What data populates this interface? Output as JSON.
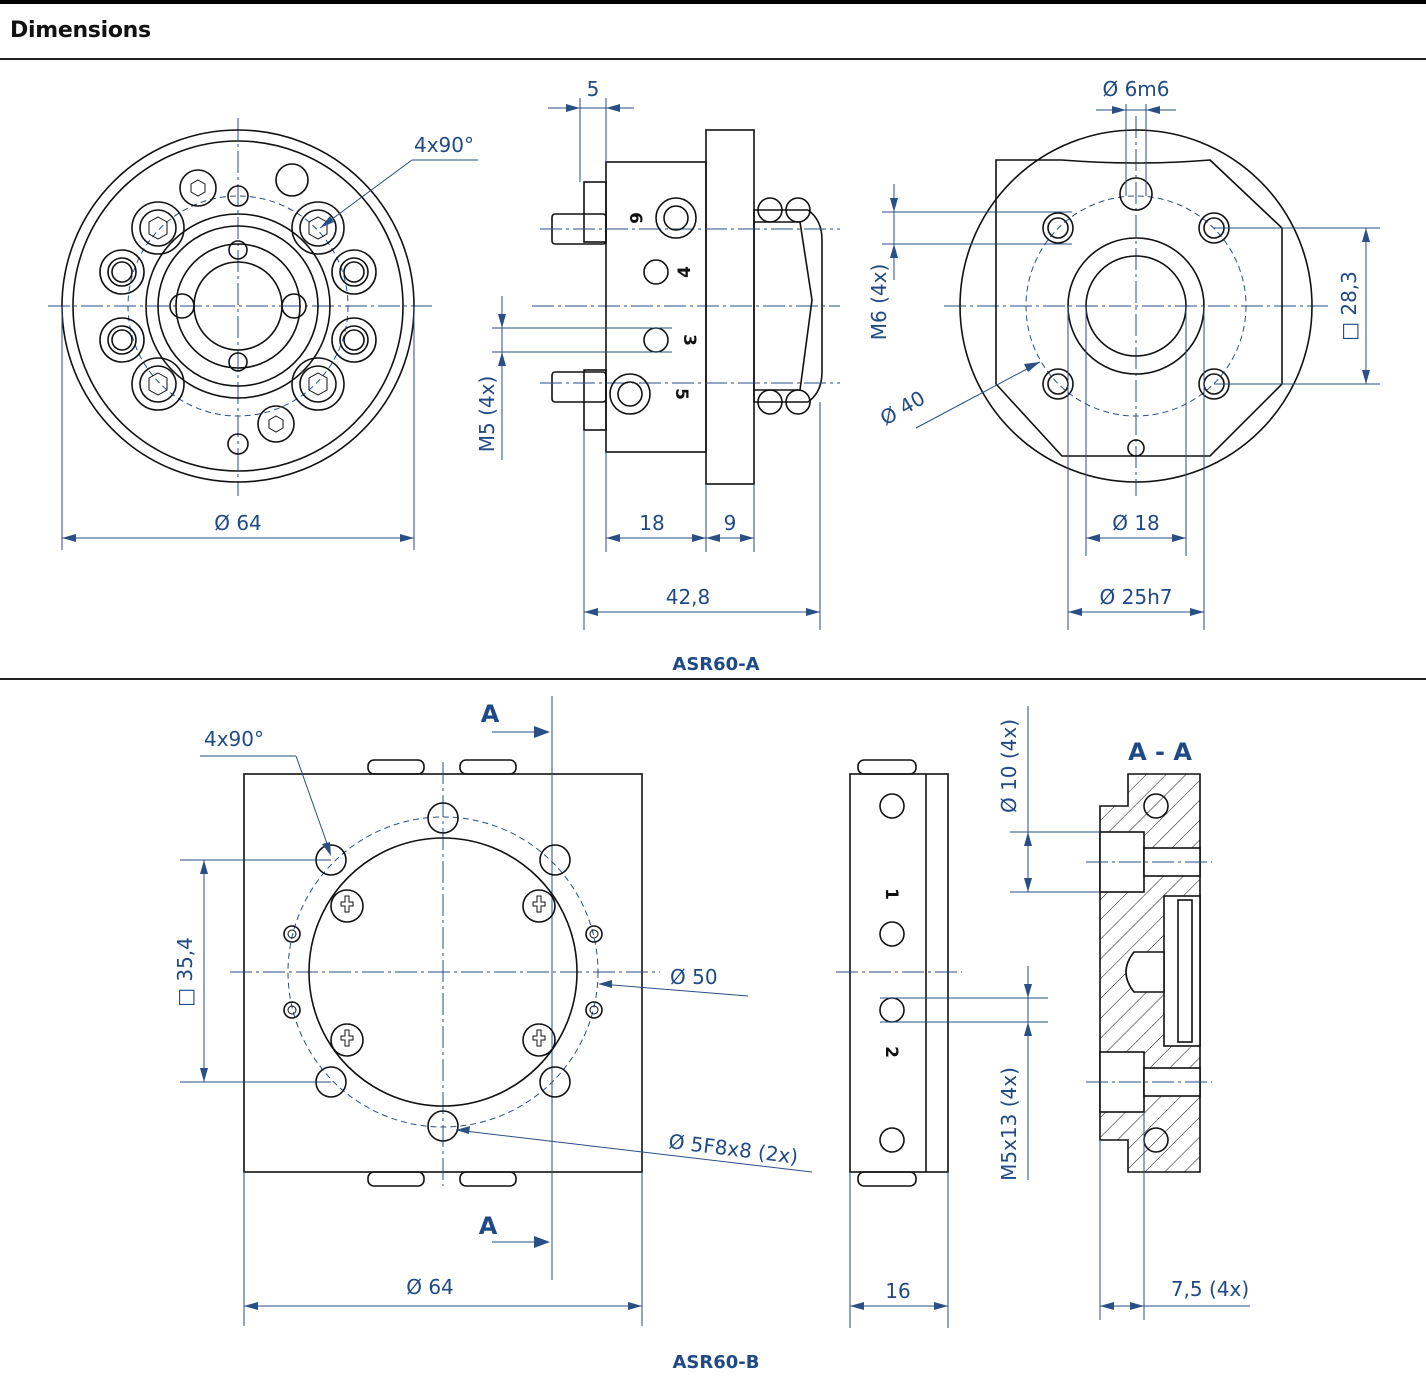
{
  "page": {
    "title": "Dimensions"
  },
  "parts": {
    "a": {
      "caption": "ASR60-A"
    },
    "b": {
      "caption": "ASR60-B"
    }
  },
  "dims": {
    "a_angle": "4x90°",
    "a_diameter_64": "Ø 64",
    "a_5": "5",
    "a_m5": "M5 (4x)",
    "a_18": "18",
    "a_9": "9",
    "a_42_8": "42,8",
    "a_6m6": "Ø 6m6",
    "a_m6": "M6 (4x)",
    "a_28_3": "□ 28,3",
    "a_d40": "Ø 40",
    "a_d18": "Ø 18",
    "a_25h7": "Ø 25h7",
    "b_angle": "4x90°",
    "b_35_4": "□ 35,4",
    "b_d50": "Ø 50",
    "b_5f8": "Ø 5F8x8 (2x)",
    "b_d64": "Ø 64",
    "b_section_top": "A",
    "b_section_bottom": "A",
    "b_16": "16",
    "b_d10": "Ø 10 (4x)",
    "b_m5x13": "M5x13 (4x)",
    "b_section_title": "A - A",
    "b_7_5": "7,5 (4x)"
  },
  "port_numbers": {
    "a_top": "6",
    "a_mid1": "4",
    "a_mid2": "3",
    "a_bottom": "5",
    "b_1": "1",
    "b_2": "2"
  },
  "colors": {
    "dimension": "#1f4a86",
    "outline": "#111111"
  }
}
